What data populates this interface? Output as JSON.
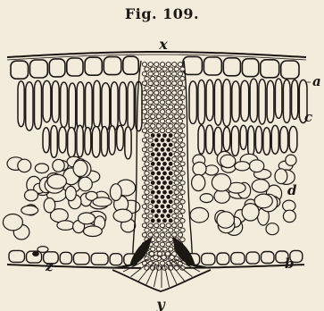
{
  "figure": {
    "title": "Fig. 109."
  },
  "labels": {
    "x": "x",
    "y": "y",
    "a": "a",
    "b": "b",
    "c": "c",
    "d": "d",
    "z": "z"
  },
  "colors": {
    "paper": "#f3ecdd",
    "ink": "#1b1712"
  }
}
